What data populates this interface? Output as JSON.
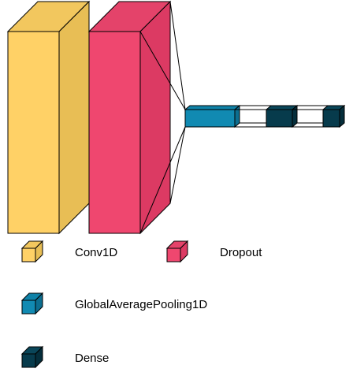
{
  "layers": [
    {
      "id": "conv1d",
      "color_front": "#FFD166",
      "color_top": "#F2C75E",
      "color_side": "#E8BE55"
    },
    {
      "id": "dropout",
      "color_front": "#EF476F",
      "color_top": "#E4436A",
      "color_side": "#DC3A63"
    },
    {
      "id": "gap",
      "color_front": "#118AB2",
      "color_top": "#0F82A8",
      "color_side": "#0C6E90"
    },
    {
      "id": "dense1",
      "color_front": "#073B4C",
      "color_top": "#0A4659",
      "color_side": "#052E3B"
    },
    {
      "id": "dense2",
      "color_front": "#073B4C",
      "color_top": "#0A4659",
      "color_side": "#052E3B"
    }
  ],
  "legend": {
    "conv1d": "Conv1D",
    "dropout": "Dropout",
    "gap": "GlobalAveragePooling1D",
    "dense": "Dense"
  },
  "legend_colors": {
    "conv1d": {
      "front": "#FFD166",
      "top": "#F2C75E",
      "side": "#E8BE55"
    },
    "dropout": {
      "front": "#EF476F",
      "top": "#E4436A",
      "side": "#DC3A63"
    },
    "gap": {
      "front": "#118AB2",
      "top": "#0F82A8",
      "side": "#0C6E90"
    },
    "dense": {
      "front": "#073B4C",
      "top": "#0A4659",
      "side": "#052E3B"
    }
  }
}
